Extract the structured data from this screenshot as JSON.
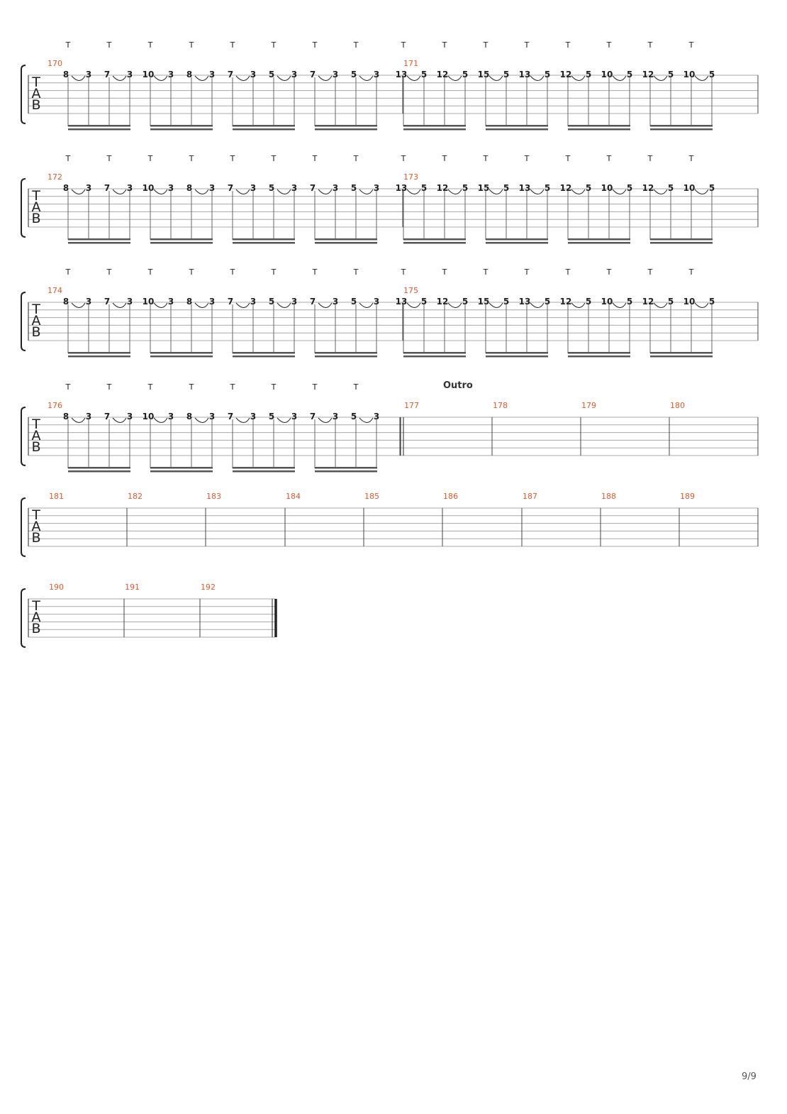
{
  "document": {
    "page_number": "9/9",
    "clef_letters": [
      "T",
      "A",
      "B"
    ],
    "tap_marker": "T",
    "colors": {
      "measure_number": "#e8572a",
      "staff_line": "#a8a8a8",
      "ink": "#222222",
      "beam": "#555555",
      "section": "#333333"
    },
    "riff_a": [
      "8",
      "3",
      "7",
      "3",
      "10",
      "3",
      "8",
      "3",
      "7",
      "3",
      "5",
      "3",
      "7",
      "3",
      "5",
      "3"
    ],
    "riff_b": [
      "13",
      "5",
      "12",
      "5",
      "15",
      "5",
      "13",
      "5",
      "12",
      "5",
      "10",
      "5",
      "12",
      "5",
      "10",
      "5"
    ],
    "systems": [
      {
        "measures": [
          {
            "number": "170",
            "taps": true,
            "notes": [
              "8",
              "3",
              "7",
              "3",
              "10",
              "3",
              "8",
              "3",
              "7",
              "3",
              "5",
              "3",
              "7",
              "3",
              "5",
              "3"
            ]
          },
          {
            "number": "171",
            "taps": true,
            "notes": [
              "13",
              "5",
              "12",
              "5",
              "15",
              "5",
              "13",
              "5",
              "12",
              "5",
              "10",
              "5",
              "12",
              "5",
              "10",
              "5"
            ]
          }
        ]
      },
      {
        "measures": [
          {
            "number": "172",
            "taps": true,
            "notes": [
              "8",
              "3",
              "7",
              "3",
              "10",
              "3",
              "8",
              "3",
              "7",
              "3",
              "5",
              "3",
              "7",
              "3",
              "5",
              "3"
            ]
          },
          {
            "number": "173",
            "taps": true,
            "notes": [
              "13",
              "5",
              "12",
              "5",
              "15",
              "5",
              "13",
              "5",
              "12",
              "5",
              "10",
              "5",
              "12",
              "5",
              "10",
              "5"
            ]
          }
        ]
      },
      {
        "measures": [
          {
            "number": "174",
            "taps": true,
            "notes": [
              "8",
              "3",
              "7",
              "3",
              "10",
              "3",
              "8",
              "3",
              "7",
              "3",
              "5",
              "3",
              "7",
              "3",
              "5",
              "3"
            ]
          },
          {
            "number": "175",
            "taps": true,
            "notes": [
              "13",
              "5",
              "12",
              "5",
              "15",
              "5",
              "13",
              "5",
              "12",
              "5",
              "10",
              "5",
              "12",
              "5",
              "10",
              "5"
            ]
          }
        ]
      },
      {
        "measures": [
          {
            "number": "176",
            "taps": true,
            "notes": [
              "8",
              "3",
              "7",
              "3",
              "10",
              "3",
              "8",
              "3",
              "7",
              "3",
              "5",
              "3",
              "7",
              "3",
              "5",
              "3"
            ]
          },
          {
            "number": "177",
            "section": "Outro",
            "notes": []
          },
          {
            "number": "178",
            "notes": []
          },
          {
            "number": "179",
            "notes": []
          },
          {
            "number": "180",
            "notes": []
          }
        ]
      },
      {
        "measures": [
          {
            "number": "181",
            "notes": []
          },
          {
            "number": "182",
            "notes": []
          },
          {
            "number": "183",
            "notes": []
          },
          {
            "number": "184",
            "notes": []
          },
          {
            "number": "185",
            "notes": []
          },
          {
            "number": "186",
            "notes": []
          },
          {
            "number": "187",
            "notes": []
          },
          {
            "number": "188",
            "notes": []
          },
          {
            "number": "189",
            "notes": []
          }
        ]
      },
      {
        "measures": [
          {
            "number": "190",
            "notes": []
          },
          {
            "number": "191",
            "notes": []
          },
          {
            "number": "192",
            "notes": []
          }
        ]
      }
    ]
  }
}
